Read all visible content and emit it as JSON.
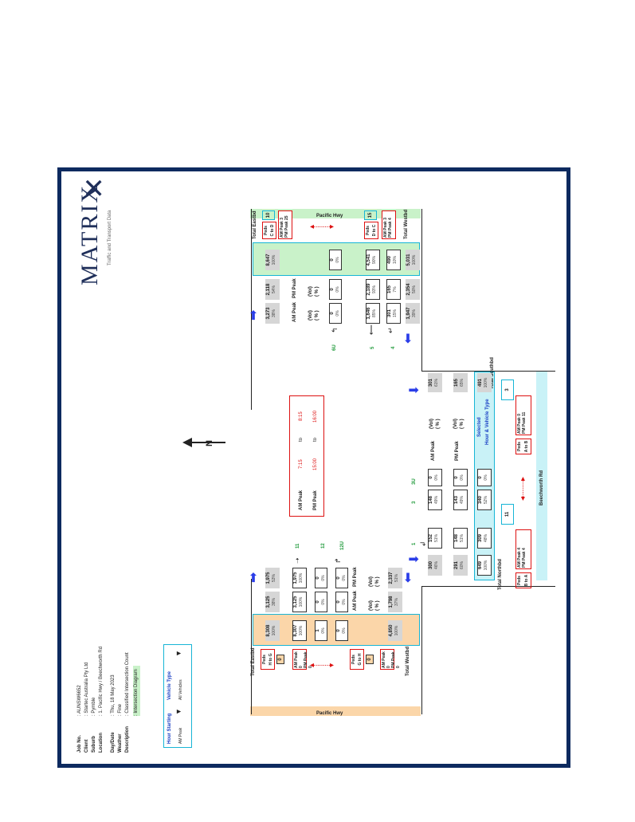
{
  "header": {
    "job_label": "Job No.",
    "job": ": AUNSW6652",
    "client_label": "Client",
    "client": ": Startec Australia Pty Ltd",
    "suburb_label": "Suburb",
    "suburb": ": Pymble",
    "location_label": "Location",
    "location": ": 1. Pacific Hwy / Beechworth Rd",
    "day_label": "Day/Date",
    "day": ": Thu, 18 May 2023",
    "weather_label": "Weather",
    "weather": ": Fine",
    "desc_label": "Description",
    "desc1": ": Classified Intersection Count",
    "desc2": ": Intersection Diagram"
  },
  "filters": {
    "hour_label": "Hour Starting",
    "hour_value": "AM Peak",
    "vehicle_label": "Vehicle Type",
    "vehicle_value": "All Vehicles"
  },
  "logo": {
    "brand": "MATRIX",
    "tagline": "Traffic and Transport Data"
  },
  "roads": {
    "left": "Pacific Hwy",
    "right": "Pacific Hwy",
    "bottom": "Beechworth Rd"
  },
  "peaks": {
    "am_label": "AM Peak",
    "am_from": "7:15",
    "am_to_word": "to",
    "am_to": "8:15",
    "pm_label": "PM Peak",
    "pm_from": "15:00",
    "pm_to_word": "to",
    "pm_to": "16:00"
  },
  "labels": {
    "total_eastbd": "Total Eastbd",
    "total_westbd": "Total Westbd",
    "total_northbd": "Total Northbd",
    "total_southbd": "Total Southbd",
    "am_peak": "AM Peak",
    "pm_peak": "PM Peak",
    "vol": "(Vol)",
    "pct": "( % )",
    "selected1": "Selected",
    "selected2": "Hour & Vehicle Type",
    "peds": "Peds",
    "am_peak_short": "AM Peak",
    "pm_peak_short": "PM Peak"
  },
  "west": {
    "peds_HG": "H to G",
    "peds_HG_val": "0",
    "peds_HG_am": "0",
    "peds_HG_pm": "0",
    "peds_GH": "G to H",
    "peds_GH_val": "0",
    "peds_GH_am": "0",
    "peds_GH_pm": "0",
    "eastbd_total": "8,308",
    "eastbd_pct": "100%",
    "am_total": "3,125",
    "am_pct": "38%",
    "pm_total": "1,975",
    "pm_pct": "53%",
    "approach_total": "8,307",
    "approach_pct": "100%",
    "am_thru": "3,125",
    "am_thru_pct": "100%",
    "pm_thru": "1,975",
    "pm_thru_pct": "100%",
    "u1_val": "1",
    "u1_pct": "0%",
    "u1_am": "0",
    "u1_am_pct": "0%",
    "u1_pm": "0",
    "u1_pm_pct": "0%",
    "u2_val": "0",
    "u2_pct": "0%",
    "u2_am": "0",
    "u2_am_pct": "0%",
    "u2_pm": "0",
    "u2_pm_pct": "0%",
    "westbd_total": "4,850",
    "westbd_pct": "100%",
    "west_am": "1,798",
    "west_am_pct": "37%",
    "west_pm": "2,337",
    "west_pm_pct": "51%",
    "mv11": "11",
    "mv12": "12",
    "mv12u": "12U"
  },
  "east": {
    "peds_CD": "C to D",
    "peds_CD_val": "10",
    "peds_CD_am": "3",
    "peds_CD_pm": "25",
    "peds_DC": "D to C",
    "peds_DC_val": "15",
    "peds_DC_am": "3",
    "peds_DC_pm": "4",
    "eastbd_total": "8,647",
    "eastbd_pct": "100%",
    "am_total": "3,273",
    "am_pct": "38%",
    "pm_total": "2,118",
    "pm_pct": "54%",
    "u_am": "0",
    "u_am_pct": "0%",
    "u_pm": "0",
    "u_pm_pct": "0%",
    "u_val": "0",
    "u_pct": "0%",
    "thru": "4,541",
    "thru_pct": "90%",
    "thru_am": "1,646",
    "thru_am_pct": "85%",
    "thru_pm": "2,189",
    "thru_pm_pct": "93%",
    "left": "490",
    "left_pct": "10%",
    "left_am": "301",
    "left_am_pct": "15%",
    "left_pm": "165",
    "left_pm_pct": "7%",
    "westbd_total": "5,031",
    "westbd_pct": "100%",
    "west_am": "1,947",
    "west_am_pct": "39%",
    "west_pm": "2,354",
    "west_pm_pct": "50%",
    "mv6u": "6U",
    "mv5": "5",
    "mv4": "4"
  },
  "south": {
    "r_am": "300",
    "r_am_pct": "46%",
    "r_pm": "291",
    "r_pm_pct": "60%",
    "l_am": "152",
    "l_am_pct": "51%",
    "l_pm": "148",
    "l_pm_pct": "51%",
    "c_am": "148",
    "c_am_pct": "49%",
    "c_pm": "143",
    "c_pm_pct": "49%",
    "u_am": "0",
    "u_am_pct": "0%",
    "u_pm": "0",
    "u_pm_pct": "0%",
    "tot1": "649",
    "tot1_pct": "100%",
    "tot2": "309",
    "tot2_pct": "48%",
    "tot3": "340",
    "tot3_pct": "52%",
    "tot4": "0",
    "tot4_pct": "0%",
    "sb_am": "301",
    "sb_am_pct": "61%",
    "sb_pm": "165",
    "sb_pm_pct": "65%",
    "sb_tot": "491",
    "sb_tot_pct": "100%",
    "mv1": "1",
    "mv3": "3",
    "mv3u": "3U",
    "peds_BA": "B to A",
    "peds_BA_am": "4",
    "peds_BA_pm": "4",
    "peds_BA_val": "11",
    "peds_AB": "A to B",
    "peds_AB_am": "0",
    "peds_AB_pm": "11",
    "peds_AB_val": "3"
  }
}
